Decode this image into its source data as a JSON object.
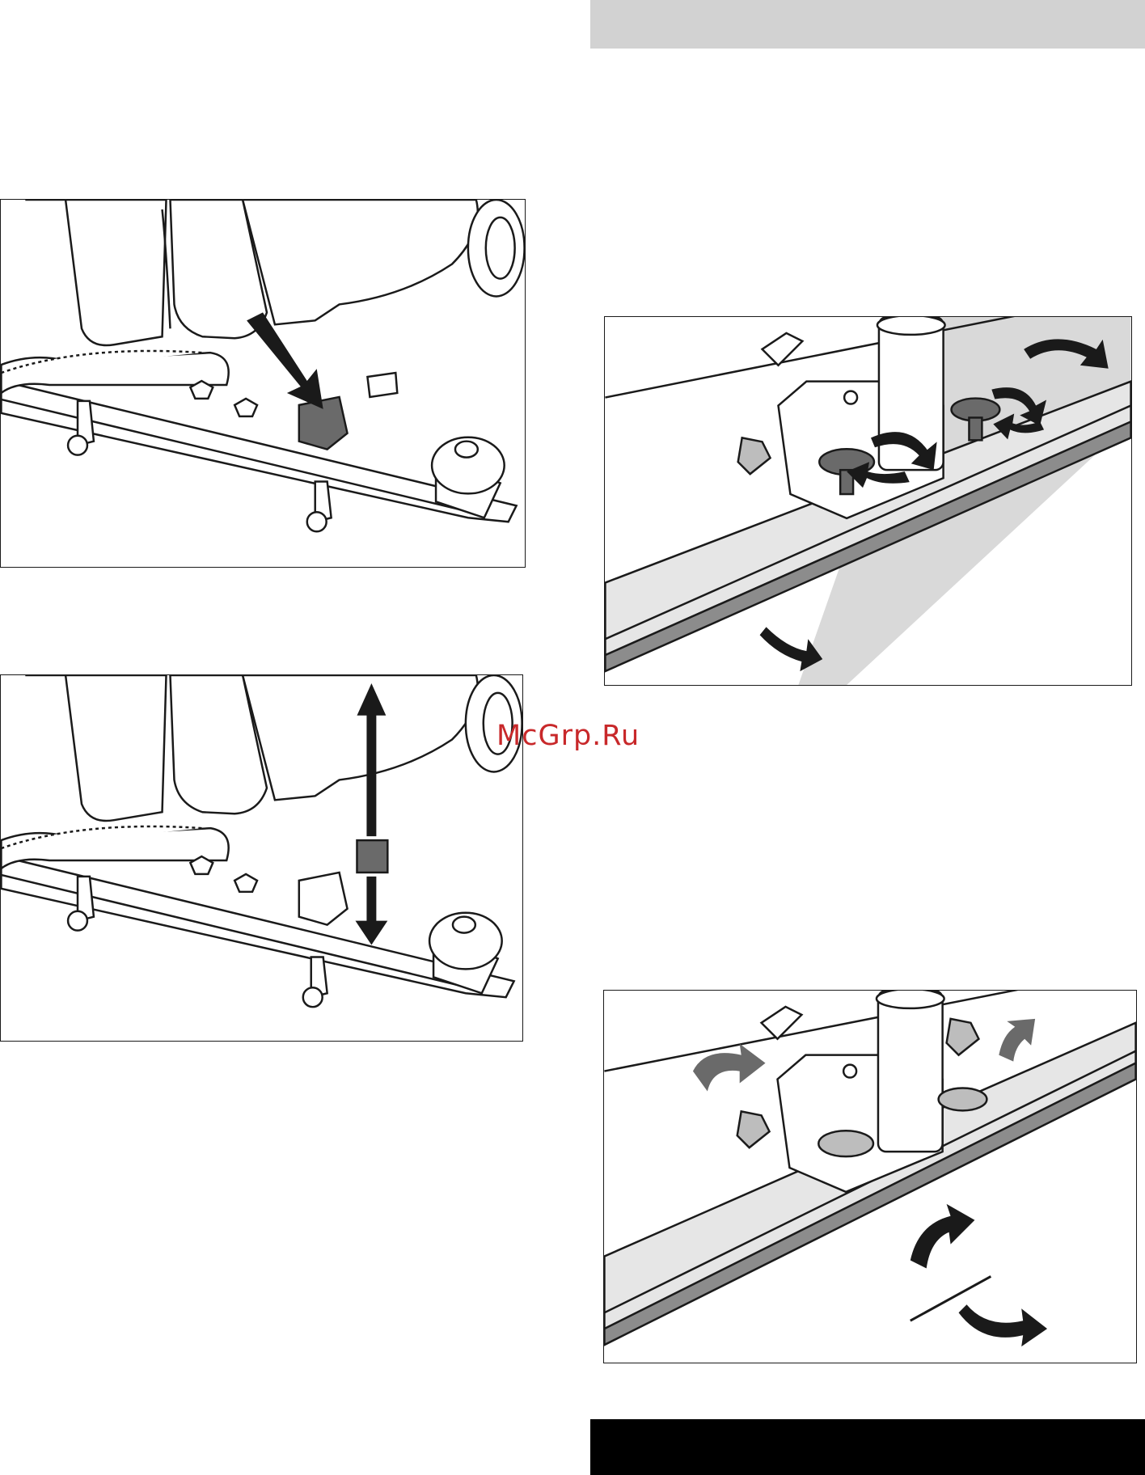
{
  "page": {
    "header_color": "#d2d2d2",
    "footer_color": "#000000"
  },
  "watermark": {
    "text": "McGrp.Ru",
    "color": "#c8282a"
  },
  "figures": [
    {
      "id": "fig1",
      "icon": "squeegee-pedal-press-illustration"
    },
    {
      "id": "fig2",
      "icon": "squeegee-lift-lever-illustration"
    },
    {
      "id": "fig3",
      "icon": "squeegee-knob-loosen-illustration"
    },
    {
      "id": "fig4",
      "icon": "squeegee-blade-rotate-illustration"
    }
  ]
}
